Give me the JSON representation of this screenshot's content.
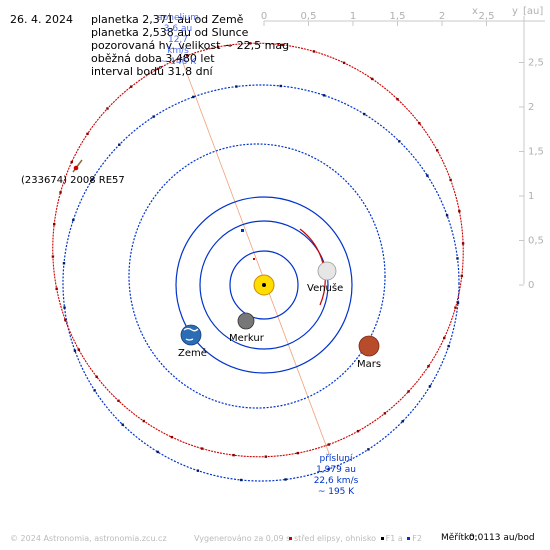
{
  "date": "26. 4. 2024",
  "info": {
    "line1": "planetka 2,371 au od Země",
    "line2": "planetka 2,538 au od Slunce",
    "line3": "pozorovaná hv. velikost ~ 22,5 mag",
    "line4": "oběžná doba 3,480 let",
    "line5": "interval bodů 31,8 dní"
  },
  "aphelion": {
    "name": "aphelium",
    "dist": "3,6 au",
    "speed": "12,7 km/s",
    "temp": "~ 146 K"
  },
  "perihelion": {
    "name": "přísluní",
    "dist": "1,979 au",
    "speed": "22,6 km/s",
    "temp": "~ 195 K"
  },
  "asteroid_label": "(233674) 2008 RE57",
  "planets": {
    "venus": "Venuše",
    "mercury": "Merkur",
    "earth": "Země",
    "mars": "Mars"
  },
  "axes": {
    "x_ticks": [
      "0",
      "0,5",
      "1",
      "1,5",
      "2",
      "2,5"
    ],
    "y_ticks": [
      "0",
      "0,5",
      "1",
      "1,5",
      "2",
      "2,5"
    ],
    "x_label": "x",
    "y_label": "y",
    "unit": "[au]"
  },
  "footer": {
    "copyright": "© 2024 Astronomia, astronomia.zcu.cz",
    "generated": "Vygenerováno za 0,09 s",
    "legend_center": "střed elipsy, ohnisko",
    "legend_f1": "F1 a",
    "legend_f2": "F2",
    "scale_label": "Měřítko:",
    "scale_value": "0,0113 au/bod"
  },
  "colors": {
    "asteroid_orbit": "#cc0000",
    "planet_orbit": "#0033cc",
    "sun": "#ffdd00",
    "axis": "#c0c0c0",
    "apsis_line": "#f0a080",
    "label_blue": "#0033cc"
  }
}
